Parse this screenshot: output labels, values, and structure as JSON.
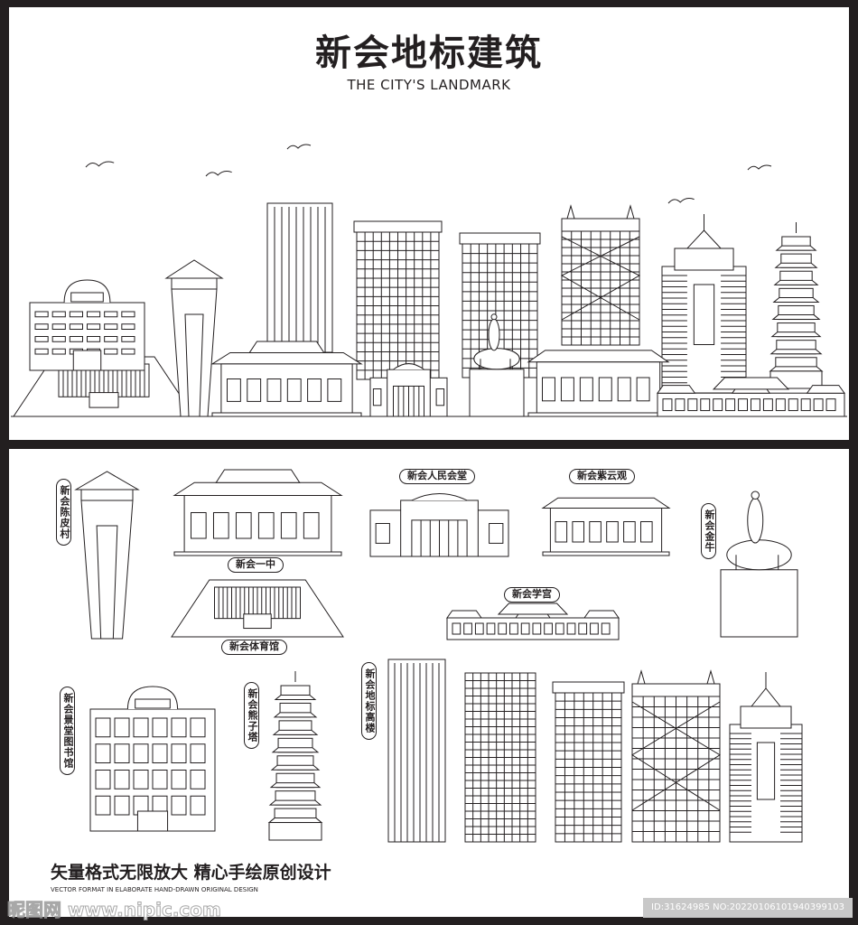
{
  "header": {
    "title": "新会地标建筑",
    "subtitle": "THE CITY'S LANDMARK"
  },
  "labels": {
    "chenpi_village": "新会陈皮村",
    "no1_middle_school": "新会一中",
    "peoples_hall": "新会人民会堂",
    "ziyun_temple": "新会紫云观",
    "golden_ox": "新会金牛",
    "academy": "新会学宫",
    "gymnasium": "新会体育馆",
    "jingtang_library": "新会景堂图书馆",
    "xiongzi_pagoda": "新会熊子塔",
    "landmark_towers": "新会地标高楼"
  },
  "footer": {
    "slogan": "矢量格式无限放大 精心手绘原创设计",
    "slogan_en": "VECTOR FORMAT IN ELABORATE HAND-DRAWN ORIGINAL DESIGN"
  },
  "watermark": {
    "site": "昵图网 www.nipic.com",
    "id": "ID:31624985 NO:20220106101940399103"
  },
  "colors": {
    "ink": "#231f20",
    "paper": "#ffffff",
    "frame": "#231f20"
  }
}
